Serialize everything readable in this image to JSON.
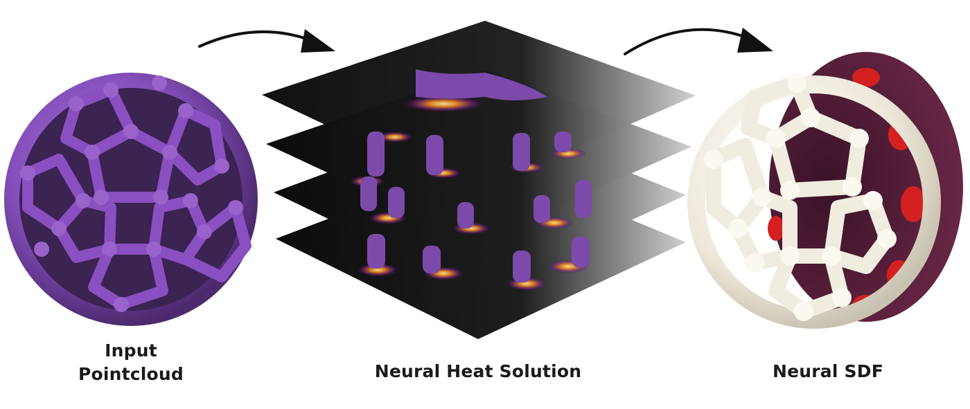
{
  "captions": {
    "input_line1": "Input",
    "input_line2": "Pointcloud",
    "heat": "Neural Heat Solution",
    "sdf": "Neural SDF"
  },
  "colors": {
    "pointcloud": "#8a4fc0",
    "pointcloud_dark": "#4d2a6e",
    "plane": "#151515",
    "heat_glow": "#f08a1e",
    "sdf_surface": "#f1ece0",
    "sdf_shell": "#5a1f3a",
    "sdf_rim": "#d42020",
    "arrow": "#111111"
  },
  "icons": {
    "arrows": [
      "curved-arrow-icon",
      "curved-arrow-icon"
    ]
  }
}
